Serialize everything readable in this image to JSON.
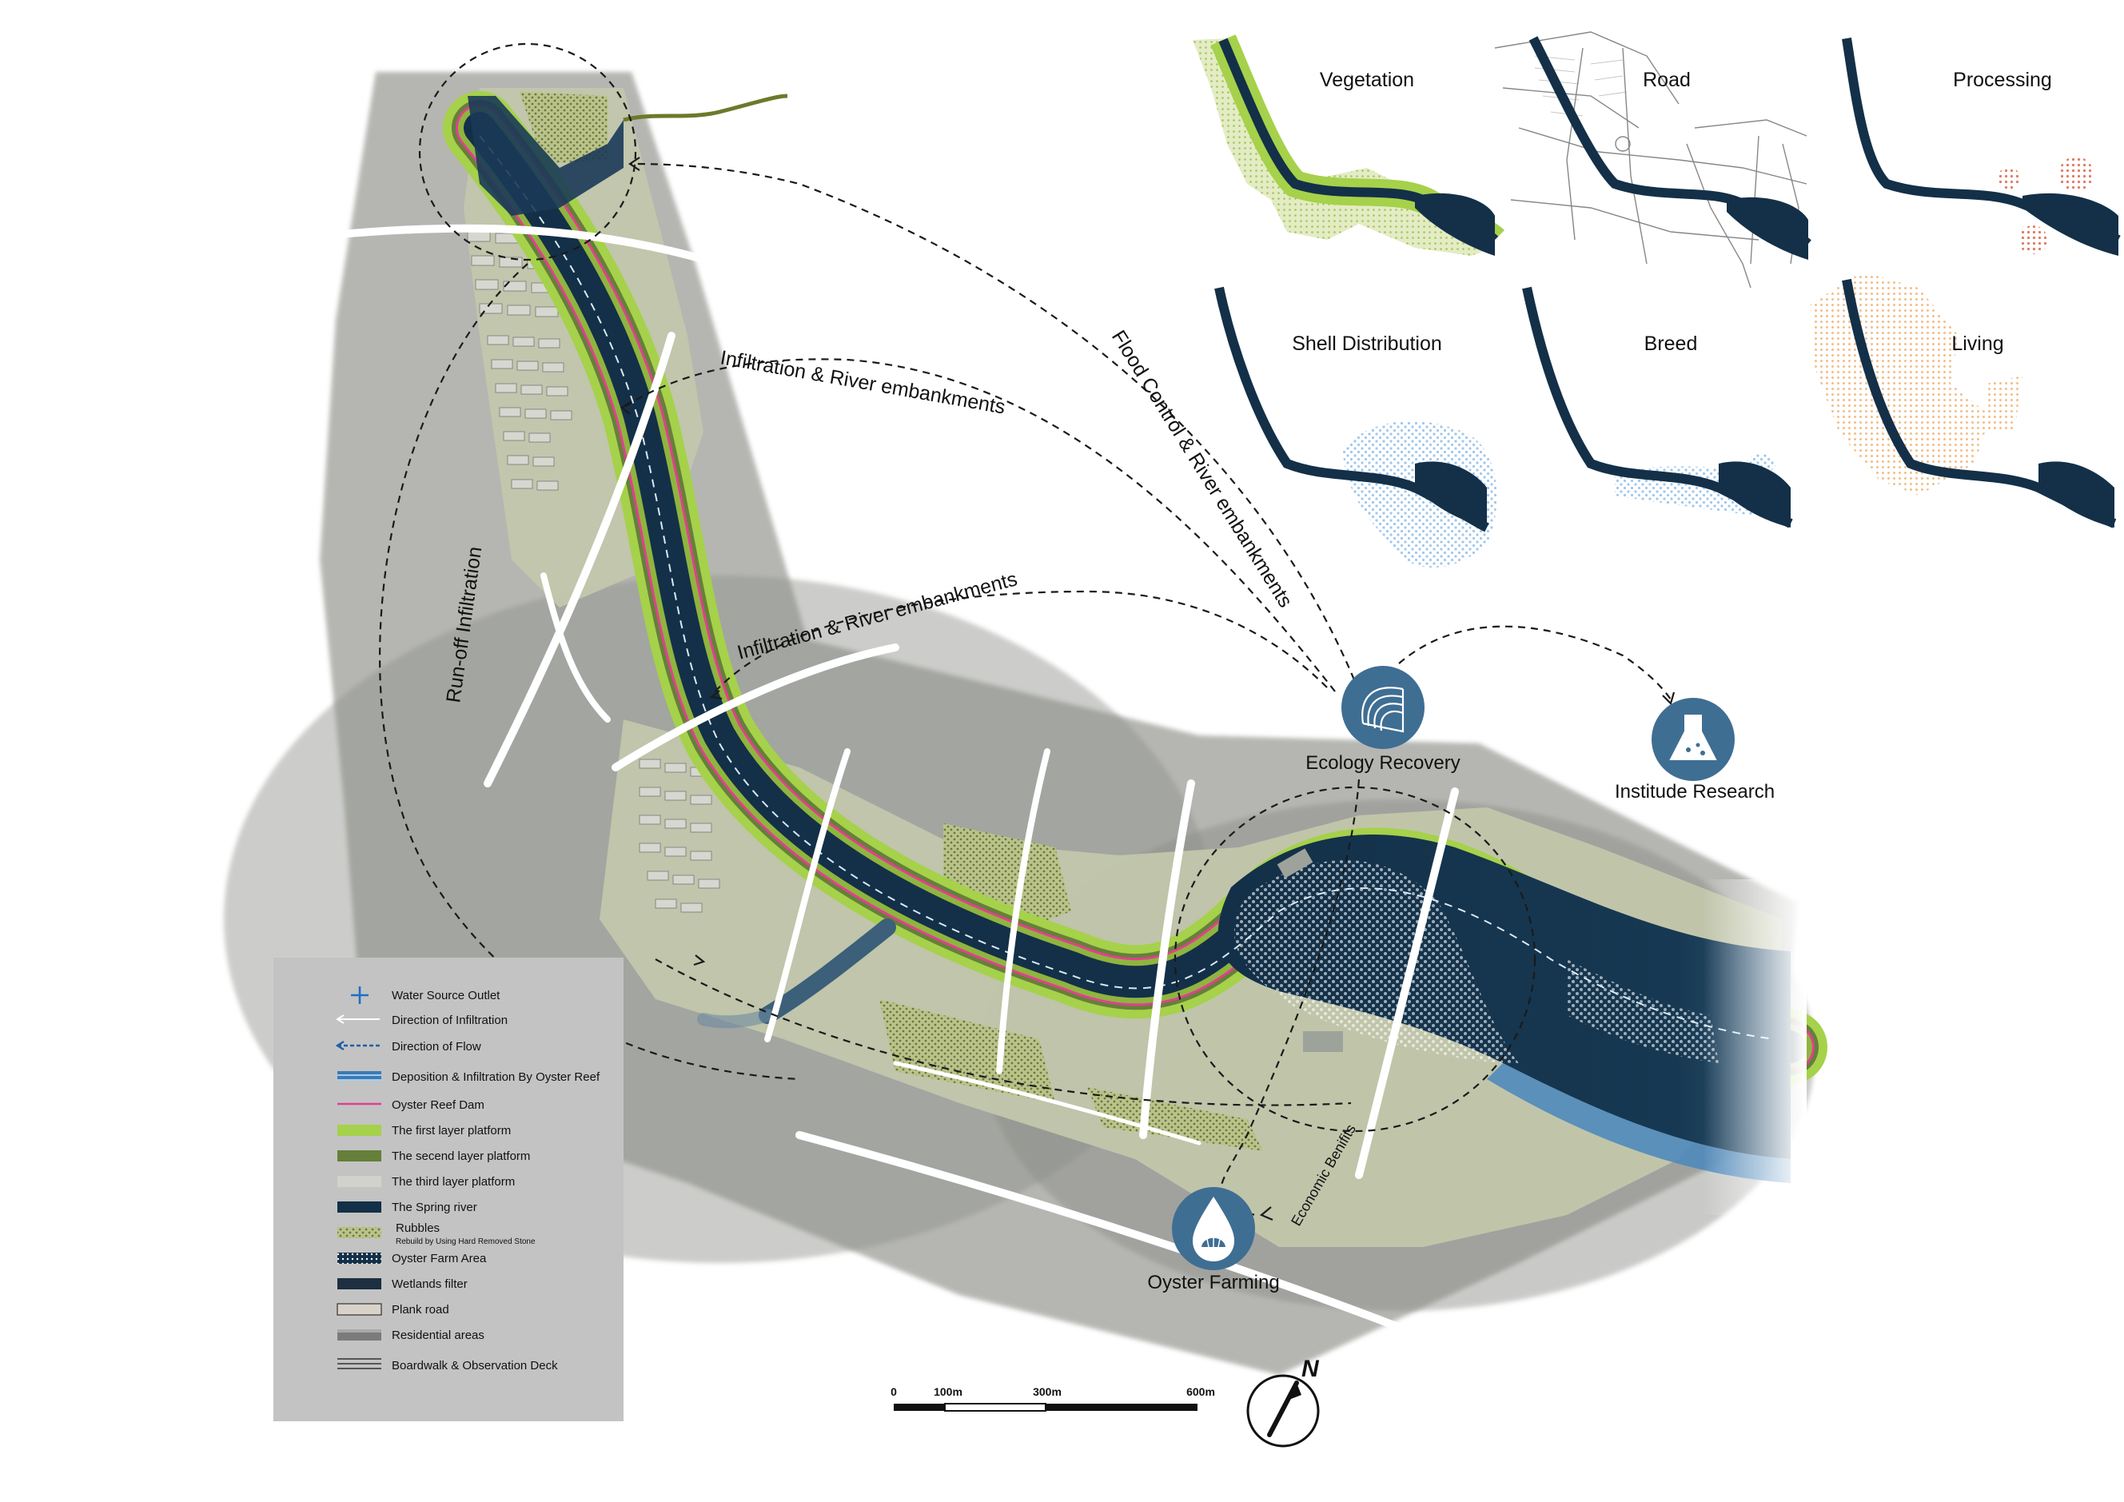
{
  "colors": {
    "river": "#133048",
    "green_light": "#a6d14a",
    "green_dark": "#667f3a",
    "land": "#c2c8ab",
    "dam_pink": "#e0418e",
    "flow_blue": "#1f5ea8",
    "icon_blue": "#3f6e93",
    "legend_bg": "#c3c3c3",
    "processing_red": "#e07b62",
    "living_orange": "#f1bf88",
    "shell_blue": "#6aaede"
  },
  "thumbnails": [
    {
      "label": "Vegetation"
    },
    {
      "label": "Road"
    },
    {
      "label": "Processing"
    },
    {
      "label": "Shell Distribution"
    },
    {
      "label": "Breed"
    },
    {
      "label": "Living"
    }
  ],
  "arrows": {
    "flood_control": "Flood Control & River embankments",
    "infiltration_upper": "Infiltration & River embankments",
    "infiltration_lower": "Infiltration & River embankments",
    "runoff": "Run-off Infiltration",
    "economic": "Economic Benifits"
  },
  "nodes": {
    "ecology": {
      "label": "Ecology Recovery",
      "icon": "shell-layers-icon"
    },
    "research": {
      "label": "Institude Research",
      "icon": "flask-icon"
    },
    "oyster": {
      "label": "Oyster Farming",
      "icon": "scallop-drop-icon"
    }
  },
  "legend": {
    "items": [
      {
        "label": "Water Source Outlet",
        "symbol": "plus-icon"
      },
      {
        "label": "Direction of  Infiltration",
        "symbol": "arrow-white-icon"
      },
      {
        "label": "Direction of  Flow",
        "symbol": "arrow-dashed-blue-icon"
      },
      {
        "label": "Deposition & Infiltration By Oyster Reef",
        "symbol": "stripes-blue-icon"
      },
      {
        "label": "Oyster Reef Dam",
        "symbol": "pink-line-icon"
      },
      {
        "label": "The first layer platform",
        "symbol": "swatch"
      },
      {
        "label": "The secend layer platform",
        "symbol": "swatch"
      },
      {
        "label": "The third layer platform",
        "symbol": "swatch"
      },
      {
        "label": "The Spring river",
        "symbol": "swatch"
      },
      {
        "label": "Rubbles",
        "sub": "Rebuild by Using Hard Removed  Stone",
        "symbol": "dotted-swatch"
      },
      {
        "label": "Oyster Farm Area",
        "symbol": "dotted-dark-swatch"
      },
      {
        "label": "Wetlands filter",
        "symbol": "swatch"
      },
      {
        "label": "Plank road",
        "symbol": "outline-swatch"
      },
      {
        "label": "Residential areas",
        "symbol": "grey-block-icon"
      },
      {
        "label": "Boardwalk & Observation Deck",
        "symbol": "double-line-icon"
      }
    ]
  },
  "scale": {
    "ticks": [
      "0",
      "100m",
      "300m",
      "600m"
    ]
  },
  "north": {
    "label": "N"
  }
}
